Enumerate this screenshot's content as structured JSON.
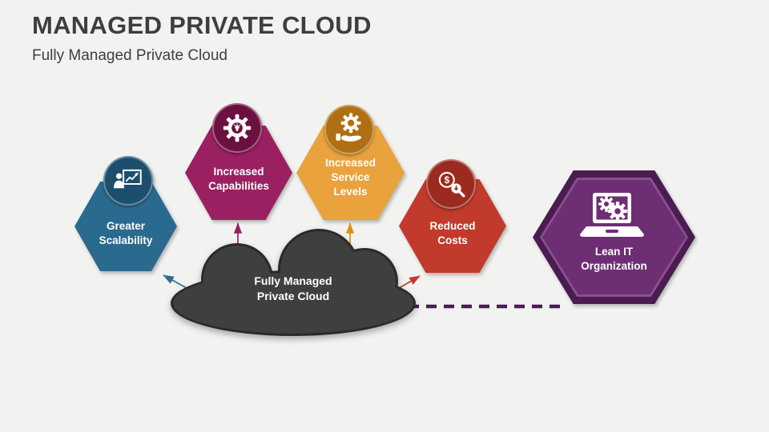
{
  "slide": {
    "title": "MANAGED PRIVATE CLOUD",
    "subtitle": "Fully Managed Private Cloud"
  },
  "cloud": {
    "lines": [
      "Fully Managed",
      "Private Cloud"
    ],
    "fill": "#3f3f3f",
    "outline": "#2a2a2a"
  },
  "hexagons": [
    {
      "id": "greater-scalability",
      "lines": [
        "Greater",
        "Scalability"
      ],
      "fill": "#2a6a8f",
      "icon": "presenter-chart-icon",
      "icon_bg": "#1d4e6e",
      "arrow": "#2d6d92"
    },
    {
      "id": "increased-capabilities",
      "lines": [
        "Increased",
        "Capabilities"
      ],
      "fill": "#9b2061",
      "icon": "gear-lightbulb-icon",
      "icon_bg": "#6b1040",
      "arrow": "#9b2061"
    },
    {
      "id": "increased-service-levels",
      "lines": [
        "Increased",
        "Service",
        "Levels"
      ],
      "fill": "#e9a23c",
      "icon": "gear-hand-icon",
      "icon_bg": "#b06f12",
      "arrow": "#e2910e"
    },
    {
      "id": "reduced-costs",
      "lines": [
        "Reduced",
        "Costs"
      ],
      "fill": "#c13a2b",
      "icon": "dollar-magnifier-icon",
      "icon_bg": "#9c2a1e",
      "arrow": "#c13a2b"
    },
    {
      "id": "lean-it-organization",
      "lines": [
        "Lean IT",
        "Organization"
      ],
      "fill": "#6e2e74",
      "border": "#4a1c50",
      "border_light": "#8a5190",
      "icon": "laptop-gears-icon",
      "connector": "dashed",
      "dash_color": "#4a1c50"
    }
  ],
  "colors": {
    "background": "#f2f2f1",
    "text_dark": "#3e3e3e",
    "white": "#ffffff"
  },
  "icons": {
    "dollar_sign": "$"
  }
}
